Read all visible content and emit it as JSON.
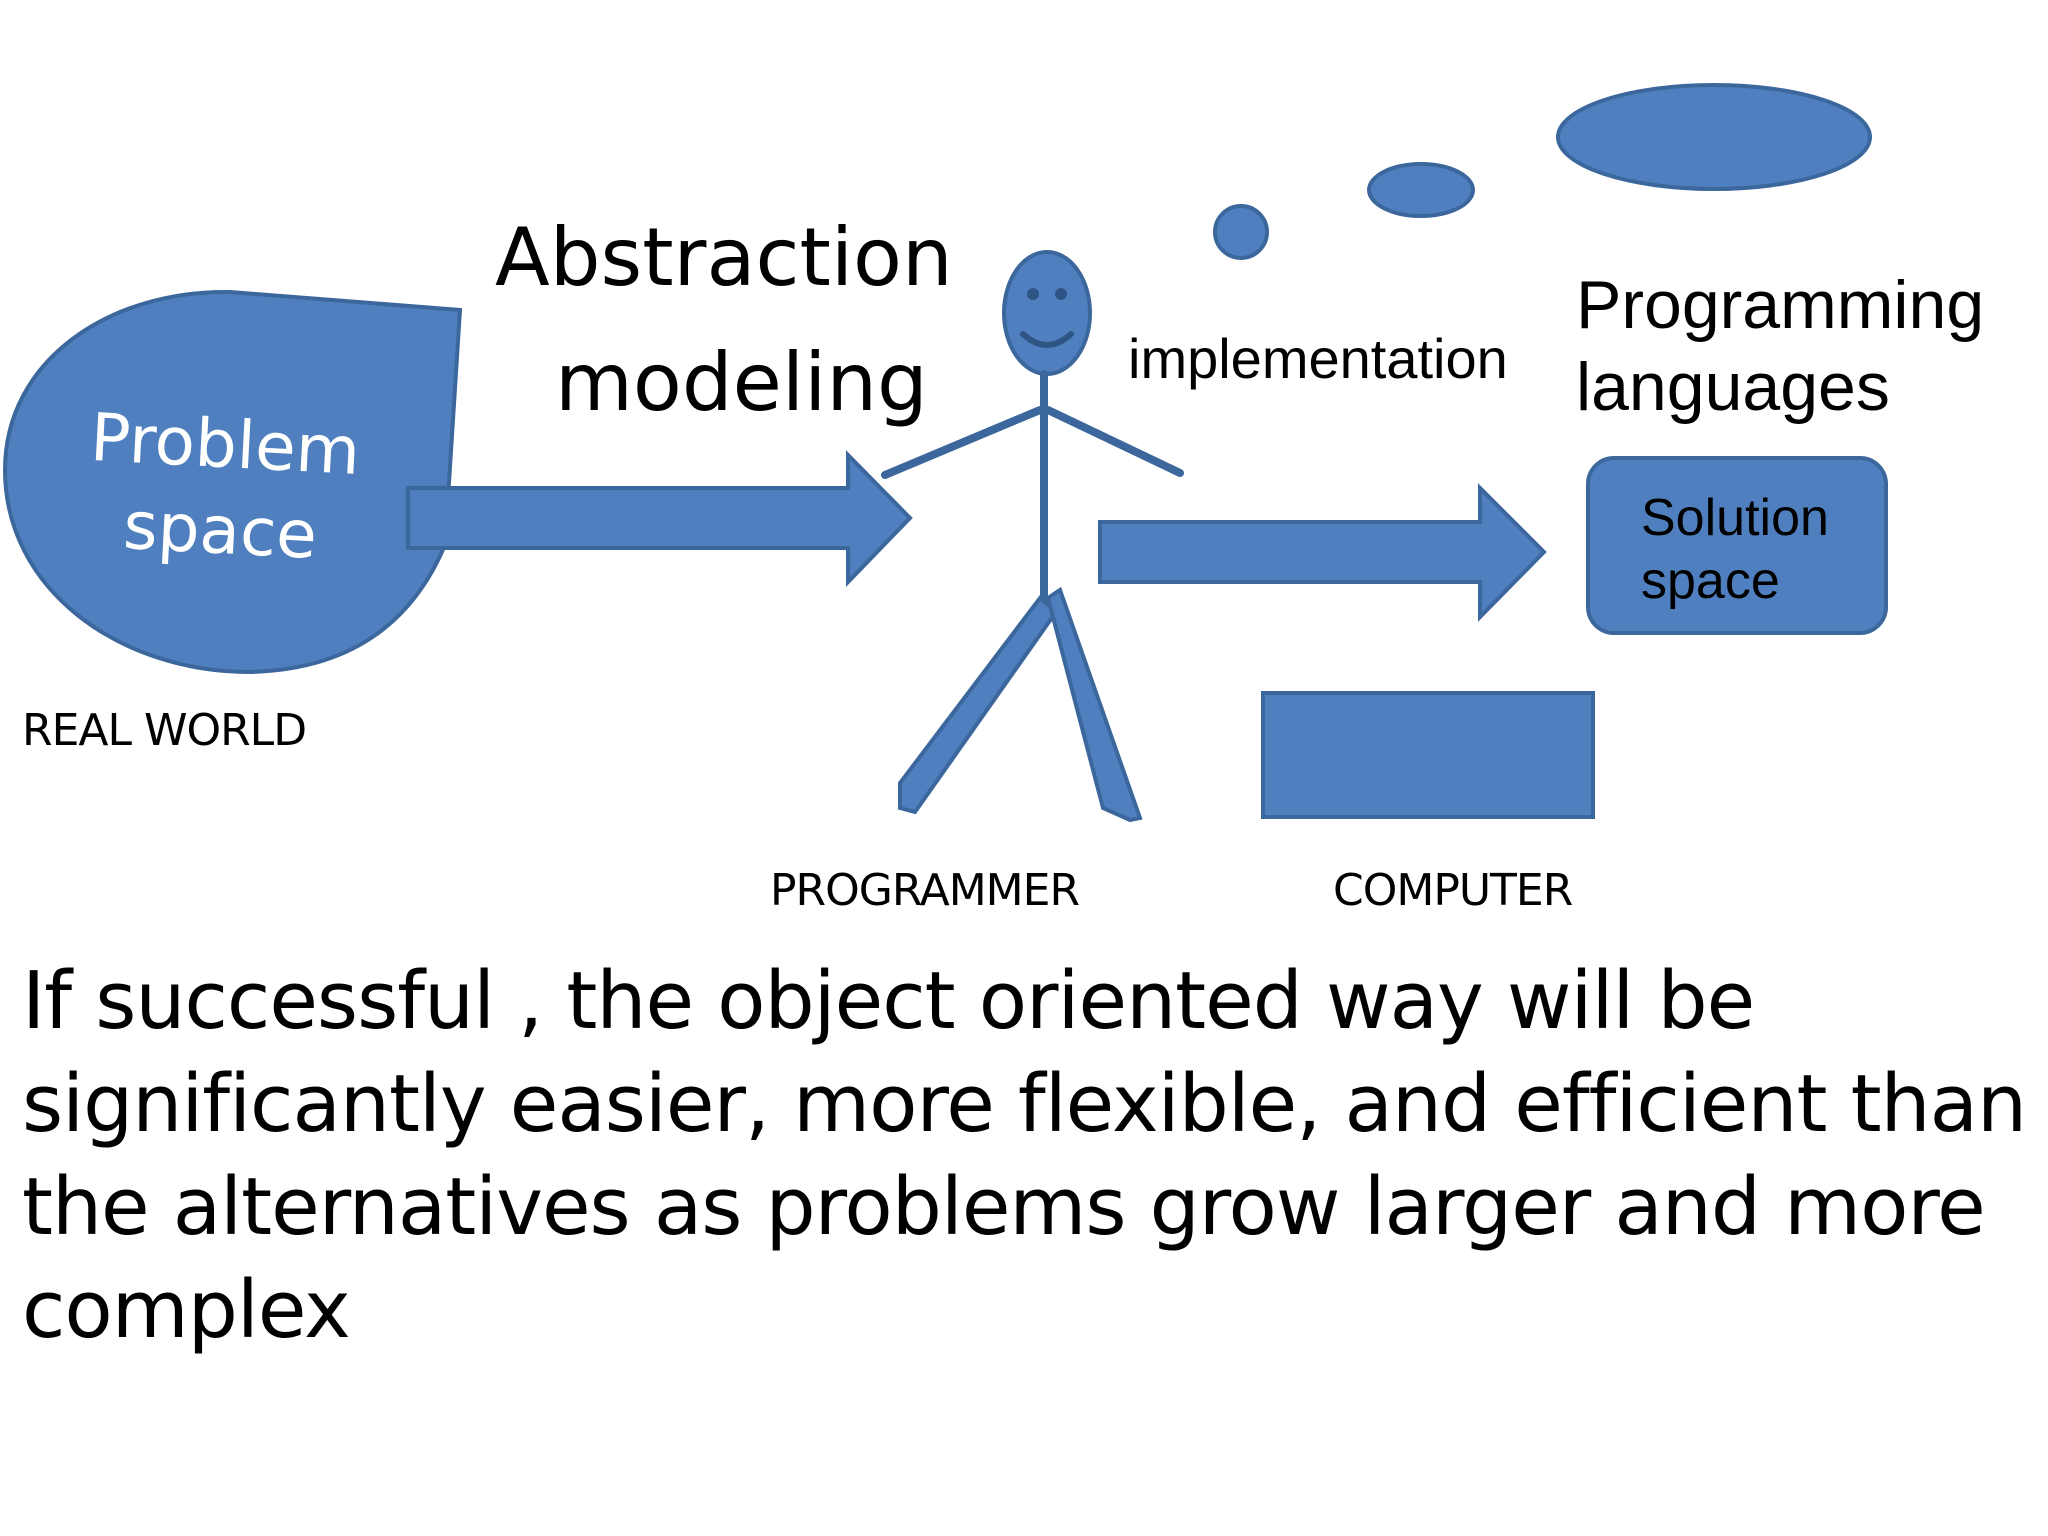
{
  "diagram": {
    "problem_space": "Problem space",
    "problem_space_lines": [
      "Problem",
      "space"
    ],
    "real_world": "REAL WORLD",
    "abstraction": "Abstraction",
    "modeling": "modeling",
    "implementation": "implementation",
    "programming_languages": "Programming languages",
    "programming_languages_lines": [
      "Programming",
      "languages"
    ],
    "solution_space": "Solution space",
    "solution_space_lines": [
      "Solution",
      "space"
    ],
    "programmer": "PROGRAMMER",
    "computer": "COMPUTER"
  },
  "body_text": "If  successful , the object oriented way will be significantly easier, more flexible, and efficient than the alternatives as problems grow larger and more complex",
  "colors": {
    "shape_fill": "#4f7fbe",
    "shape_stroke": "#3b679d"
  }
}
